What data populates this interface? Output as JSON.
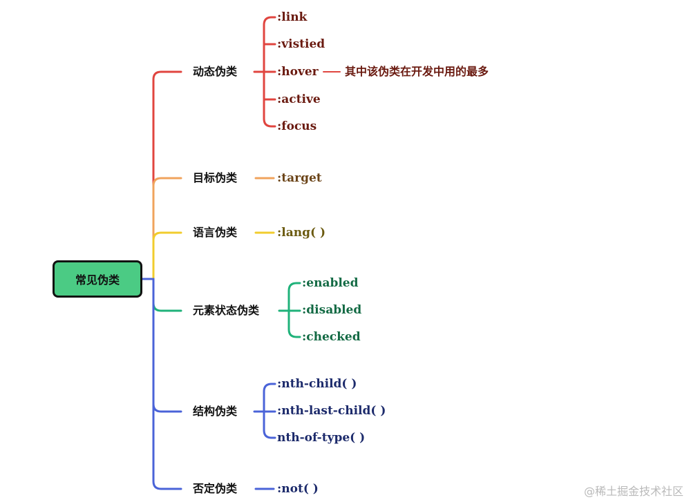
{
  "colors": {
    "dynamic": "#e0453f",
    "target": "#f0a35c",
    "lang": "#f1cc2d",
    "state": "#1fb27a",
    "structure": "#4a63d8",
    "negation": "#4a63d8",
    "dynamic_text": "#6a1a10",
    "target_text": "#6b4418",
    "lang_text": "#6b5a10",
    "state_text": "#136a44",
    "structure_text": "#1c2a6b"
  },
  "root": {
    "label": "常见伪类"
  },
  "categories": {
    "dynamic": {
      "label": "动态伪类",
      "items": [
        ":link",
        ":vistied",
        ":hover",
        ":active",
        ":focus"
      ],
      "note": "其中该伪类在开发中用的最多"
    },
    "target": {
      "label": "目标伪类",
      "items": [
        ":target"
      ]
    },
    "lang": {
      "label": "语言伪类",
      "items": [
        ":lang( )"
      ]
    },
    "state": {
      "label": "元素状态伪类",
      "items": [
        ":enabled",
        ":disabled",
        ":checked"
      ]
    },
    "structure": {
      "label": "结构伪类",
      "items": [
        ":nth-child( )",
        ":nth-last-child( )",
        "nth-of-type( )"
      ]
    },
    "negation": {
      "label": "否定伪类",
      "items": [
        ":not( )"
      ]
    }
  },
  "watermark": "@稀土掘金技术社区"
}
